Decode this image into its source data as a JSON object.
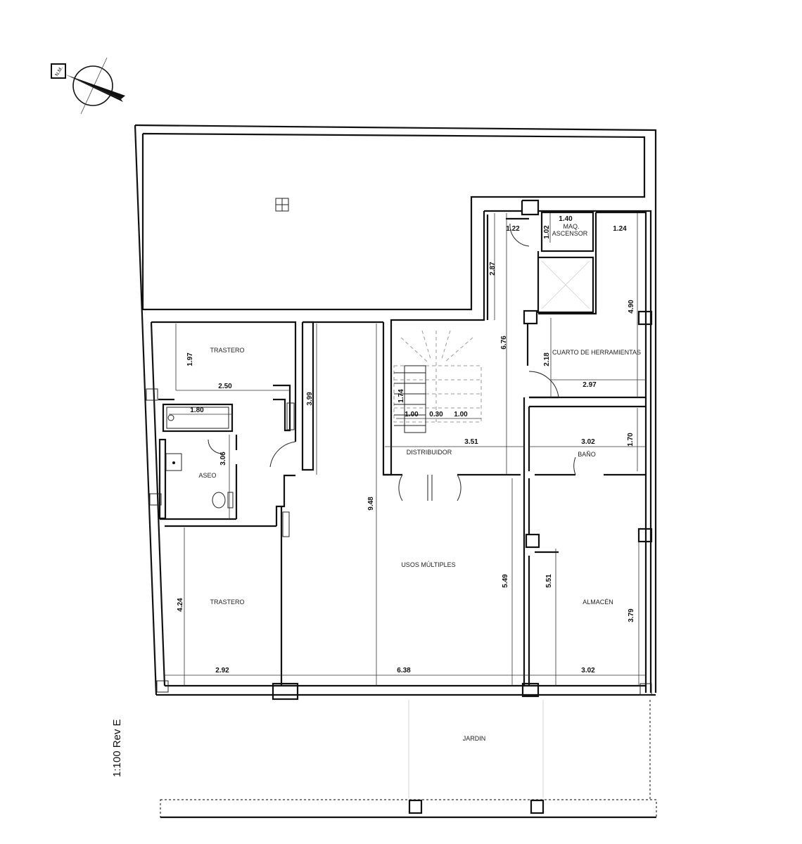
{
  "north_arrow": {
    "label": "N.M."
  },
  "scale_label": "1:100 Rev E",
  "rooms": {
    "trastero_top": "TRASTERO",
    "aseo": "ASEO",
    "trastero_bottom": "TRASTERO",
    "distribuidor": "DISTRIBUIDOR",
    "usos_multiples": "USOS MÚLTIPLES",
    "maq_ascensor_1": "MAQ.",
    "maq_ascensor_2": "ASCENSOR",
    "cuarto_herramientas": "CUARTO DE HERRAMIENTAS",
    "bano": "BAÑO",
    "almacen": "ALMACÉN",
    "jardin": "JARDIN"
  },
  "dimensions": {
    "d140": "1.40",
    "d122": "1.22",
    "d102": "1.02",
    "d124": "1.24",
    "d287": "2.87",
    "d676": "6.76",
    "d490": "4.90",
    "d218": "2.18",
    "d297": "2.97",
    "d197": "1.97",
    "d250": "2.50",
    "d180": "1.80",
    "d399": "3.99",
    "d306": "3.06",
    "d174": "1.74",
    "d100a": "1.00",
    "d030": "0.30",
    "d100b": "1.00",
    "d351": "3.51",
    "d302a": "3.02",
    "d170": "1.70",
    "d948": "9.48",
    "d549": "5.49",
    "d551": "5.51",
    "d424": "4.24",
    "d379": "3.79",
    "d292": "2.92",
    "d638": "6.38",
    "d302b": "3.02"
  }
}
